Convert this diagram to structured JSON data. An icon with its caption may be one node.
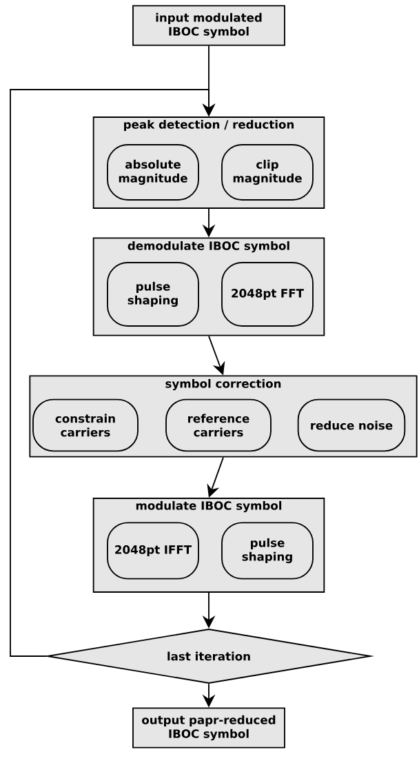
{
  "diagram": {
    "nodes": [
      {
        "text": [
          "input modulated IBOC symbol"
        ]
      },
      {
        "text": [
          "peak detection / reduction"
        ]
      },
      {
        "text": [
          "absolute magnitude"
        ],
        "in": 1
      },
      {
        "text": [
          "clip magnitude"
        ],
        "in": 1
      },
      {
        "text": [
          "demodulate IBOC symbol"
        ]
      },
      {
        "text": [
          "pulse shaping"
        ],
        "in": 4
      },
      {
        "text": [
          "2048pt FFT"
        ],
        "in": 4
      },
      {
        "text": [
          "symbol correction"
        ]
      },
      {
        "text": [
          "constrain carriers"
        ],
        "in": 7
      },
      {
        "text": [
          "reference carriers"
        ],
        "in": 7
      },
      {
        "text": [
          "reduce noise"
        ],
        "in": 7
      },
      {
        "text": [
          "modulate IBOC symbol"
        ]
      },
      {
        "text": [
          "2048pt IFFT"
        ],
        "in": 11
      },
      {
        "text": [
          "pulse shaping"
        ],
        "in": 11
      },
      {
        "text": [
          "last iteration"
        ]
      },
      {
        "text": [
          "output papr-reduced IBOC symbol"
        ]
      }
    ],
    "edges": [
      {
        "from": 0,
        "to": 1,
        "arrow": "to"
      },
      {
        "from": 14,
        "to": 1,
        "arrow": "to"
      },
      {
        "from": 1,
        "to": 4,
        "arrow": "to"
      },
      {
        "from": 4,
        "to": 7,
        "arrow": "to"
      },
      {
        "from": 7,
        "to": 11,
        "arrow": "to"
      },
      {
        "from": 11,
        "to": 14,
        "arrow": "to"
      },
      {
        "from": 14,
        "to": 15,
        "arrow": "to"
      }
    ]
  }
}
